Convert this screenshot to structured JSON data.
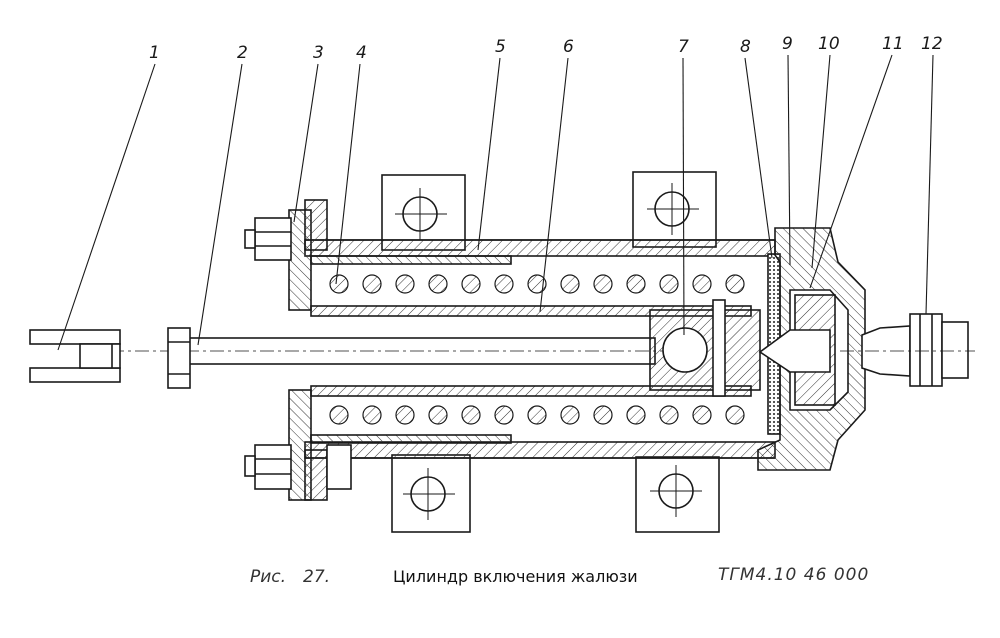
{
  "callouts": [
    "1",
    "2",
    "3",
    "4",
    "5",
    "6",
    "7",
    "8",
    "9",
    "10",
    "11",
    "12"
  ],
  "caption": {
    "figure_label": "Рис.",
    "figure_number": "27.",
    "title": "Цилиндр включения жалюзи",
    "code": "ТГМ4.10 46 000"
  }
}
